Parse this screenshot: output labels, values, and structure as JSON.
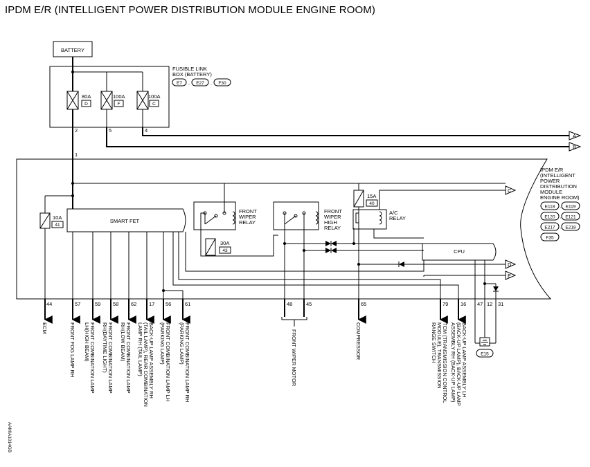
{
  "title": "IPDM E/R (INTELLIGENT POWER DISTRIBUTION MODULE ENGINE ROOM)",
  "battery": "BATTERY",
  "fusible_link_box": [
    "FUSIBLE LINK",
    "BOX (BATTERY)"
  ],
  "fusible_connectors": [
    "E7",
    "E27",
    "F30"
  ],
  "fuses": [
    {
      "amps": "80A",
      "code": "D"
    },
    {
      "amps": "100A",
      "code": "F"
    },
    {
      "amps": "100A",
      "code": "C"
    }
  ],
  "box_terminals": [
    "2",
    "5",
    "4",
    "1"
  ],
  "ipdm": {
    "name_lines": [
      "IPDM E/R",
      "(INTELLIGENT",
      "POWER",
      "DISTRIBUTION",
      "MODULE",
      "ENGINE ROOM)"
    ],
    "connectors": [
      "E118",
      "E119",
      "E120",
      "E121",
      "E217",
      "E218",
      "F35"
    ],
    "smart_fet": "SMART FET",
    "cpu": "CPU",
    "fuse_10a": {
      "amps": "10A",
      "code": "41"
    },
    "fuse_30a": {
      "amps": "30A",
      "code": "43"
    },
    "fuse_15a": {
      "amps": "15A",
      "code": "40"
    },
    "front_wiper_relay": [
      "FRONT",
      "WIPER",
      "RELAY"
    ],
    "front_wiper_high_relay": [
      "FRONT",
      "WIPER",
      "HIGH",
      "RELAY"
    ],
    "ac_relay": [
      "A/C",
      "RELAY"
    ]
  },
  "offpage": [
    "A",
    "B",
    "C",
    "D",
    "E"
  ],
  "pins": [
    "44",
    "57",
    "59",
    "58",
    "62",
    "17",
    "56",
    "61",
    "48",
    "45",
    "65",
    "79",
    "16",
    "47",
    "12",
    "31"
  ],
  "outputs": {
    "ecm": "ECM",
    "fog": "FRONT FOG LAMP RH",
    "hi_beam": [
      "FRONT COMBINATION LAMP",
      "LH(HIGH BEAM)"
    ],
    "drl": [
      "FRONT COMBINATION LAMP",
      "RH(DAYTIME LIGHT)"
    ],
    "lo_beam": [
      "FRONT COMBINATION LAMP",
      "RH(LOW BEAM)"
    ],
    "backup_rh": [
      "BACK-UP LAMP ASSEMBLY RH",
      "(TAIL LAMP), REAR COMBINATION",
      "LAMP RH (TAIL LAMP)"
    ],
    "park_lh": [
      "FRONT COMBINATION LAMP LH",
      "(PARKING LAMP)"
    ],
    "park_rh": [
      "FRONT COMBINATION LAMP RH",
      "(PARKING LAMP)"
    ],
    "wiper_motor": "FRONT WIPER MOTOR",
    "compressor": "COMPRESSOR",
    "tcm": [
      "TCM (TRANSMISSION CONTROL",
      "MODULE), TRANSMISSION",
      "RANGE SWITCH"
    ],
    "backup_lh": [
      "BACK-UP LAMP ASSEMBLY LH",
      "(BACK-UP LAMP), BACK-UP LAMP",
      "ASSEMBLY RH (BACK-UP LAMP)"
    ]
  },
  "ground": "E15",
  "ref_code": "AAMIA1014GB"
}
